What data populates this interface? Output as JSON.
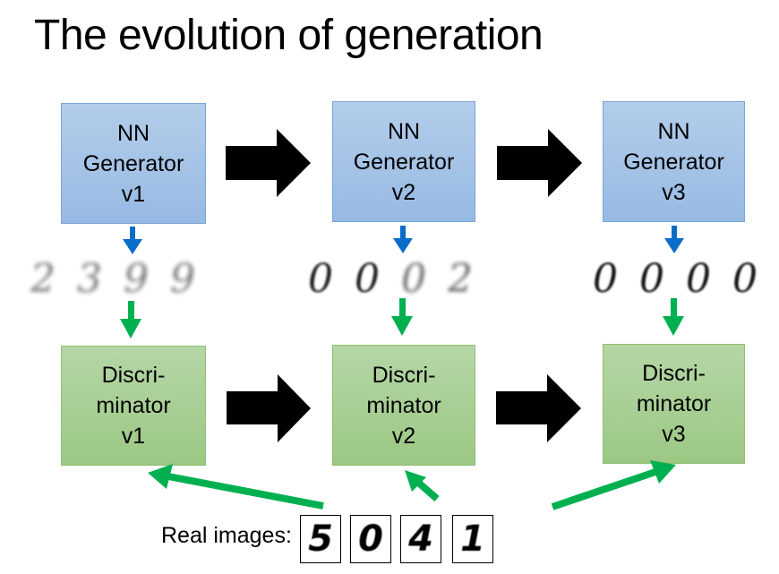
{
  "title": "The evolution of generation",
  "generators": [
    {
      "lines": [
        "NN",
        "Generator",
        "v1"
      ]
    },
    {
      "lines": [
        "NN",
        "Generator",
        "v2"
      ]
    },
    {
      "lines": [
        "NN",
        "Generator",
        "v3"
      ]
    }
  ],
  "discriminators": [
    {
      "lines": [
        "Discri-",
        "minator",
        "v1"
      ]
    },
    {
      "lines": [
        "Discri-",
        "minator",
        "v2"
      ]
    },
    {
      "lines": [
        "Discri-",
        "minator",
        "v3"
      ]
    }
  ],
  "generated_samples": [
    {
      "digits": [
        "2",
        "3",
        "9",
        "9"
      ],
      "quality": "blurry"
    },
    {
      "digits": [
        "0",
        "0",
        "0",
        "2"
      ],
      "quality": "medium"
    },
    {
      "digits": [
        "0",
        "0",
        "0",
        "0"
      ],
      "quality": "sharp"
    }
  ],
  "real_images": {
    "label": "Real images:",
    "digits": [
      "5",
      "0",
      "4",
      "1"
    ]
  },
  "colors": {
    "generator_fill": "#a5c4e6",
    "discriminator_fill": "#a9cf94",
    "blue_arrow": "#0a6ec9",
    "green_arrow": "#00b050",
    "evolution_arrow": "#000000"
  }
}
